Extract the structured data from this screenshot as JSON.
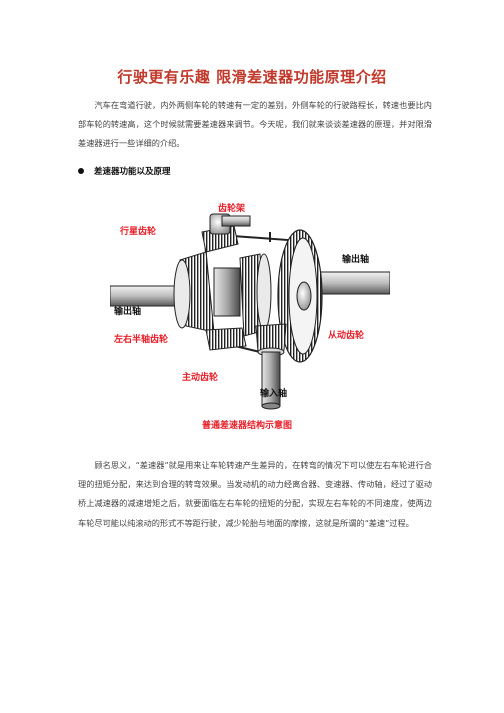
{
  "article": {
    "title": "行驶更有乐趣 限滑差速器功能原理介绍",
    "intro": "汽车在弯道行驶，内外两侧车轮的转速有一定的差别，外侧车轮的行驶路程长，转速也要比内部车轮的转速高，这个时候就需要差速器来调节。今天呢，我们就来谈谈差速器的原理，并对限滑差速器进行一些详细的介绍。",
    "section_title": "差速器功能以及原理",
    "body": "顾名思义，“差速器”就是用来让车轮转速产生差异的，在转弯的情况下可以使左右车轮进行合理的扭矩分配，来达到合理的转弯效果。当发动机的动力经离合器、变速器、传动轴，经过了驱动桥上减速器的减速增矩之后，就要面临左右车轮的扭矩的分配，实现左右车轮的不同速度，使两边车轮尽可能以纯滚动的形式不等距行驶，减少轮胎与地面的摩擦，这就是所谓的“差速”过程。"
  },
  "figure": {
    "labels": {
      "planet_carrier": "齿轮架",
      "planet_gear": "行星齿轮",
      "output_shaft_right": "输出轴",
      "output_shaft_left": "输出轴",
      "side_gears": "左右半轴齿轮",
      "driven_gear": "从动齿轮",
      "drive_gear": "主动齿轮",
      "input_shaft": "输入轴",
      "caption": "普通差速器结构示意图"
    },
    "colors": {
      "red_label": "#e8202a",
      "black_label": "#111111"
    }
  }
}
